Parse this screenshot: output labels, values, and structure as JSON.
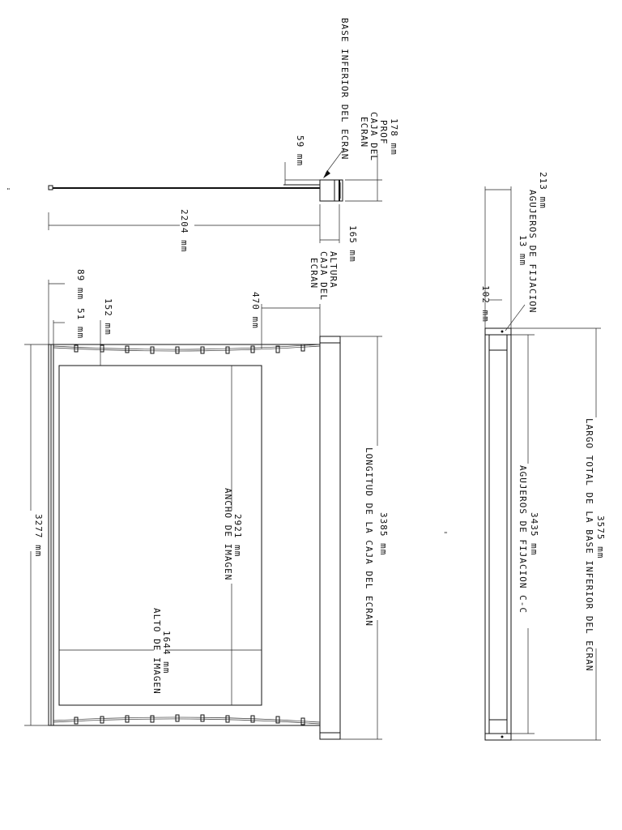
{
  "top_view": {
    "label_base": "BASE INFERIOR DEL ECRAN",
    "dim_178": "178 mm",
    "label_prof_1": "PROF",
    "label_prof_2": "CAJA DEL",
    "label_prof_3": "ECRAN",
    "dim_59": "59 mm",
    "dim_2204": "2204 mm",
    "dim_165": "165 mm",
    "label_altura_1": "ALTURA",
    "label_altura_2": "CAJA DEL",
    "label_altura_3": "ECRAN"
  },
  "front_view": {
    "dim_89": "89 mm",
    "dim_51": "51 mm",
    "dim_152": "152 mm",
    "dim_470": "470 mm",
    "dim_3277": "3277 mm",
    "dim_2921": "2921 mm",
    "label_ancho": "ANCHO DE IMAGEN",
    "dim_1644": "1644 mm",
    "label_alto": "ALTO DE IMAGEN",
    "dim_3385": "3385 mm",
    "label_longitud": "LONGITUD DE LA CAJA DEL ECRAN"
  },
  "side_view": {
    "dim_213": "213 mm",
    "label_agujeros_top": "AGUJEROS DE FIJACION",
    "dim_13": "13 mm",
    "dim_102": "102 mm",
    "dim_3435": "3435 mm",
    "label_agujeros_cc": "AGUJEROS DE FIJACION C-C",
    "dim_3575": "3575 mm",
    "label_largo": "LARGO TOTAL DE LA BASE INFERIOR DEL ECRAN"
  }
}
